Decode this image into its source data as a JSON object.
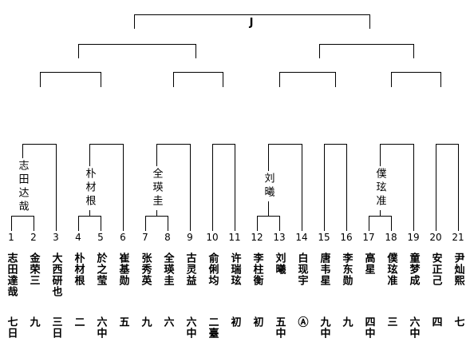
{
  "champion": "J",
  "players": [
    {
      "seed": "1",
      "name": "志田達哉",
      "rank": "七日"
    },
    {
      "seed": "2",
      "name": "金荣三",
      "rank": "九"
    },
    {
      "seed": "3",
      "name": "大西研也",
      "rank": "三日"
    },
    {
      "seed": "4",
      "name": "朴材根",
      "rank": "二"
    },
    {
      "seed": "5",
      "name": "於之莹",
      "rank": "六中"
    },
    {
      "seed": "6",
      "name": "崔基勋",
      "rank": "五"
    },
    {
      "seed": "7",
      "name": "张秀英",
      "rank": "九"
    },
    {
      "seed": "8",
      "name": "全瑛圭",
      "rank": "六"
    },
    {
      "seed": "9",
      "name": "古灵益",
      "rank": "六中"
    },
    {
      "seed": "10",
      "name": "俞俐均",
      "rank": "二臺"
    },
    {
      "seed": "11",
      "name": "许瑞玹",
      "rank": "初"
    },
    {
      "seed": "12",
      "name": "李柱衡",
      "rank": "初"
    },
    {
      "seed": "13",
      "name": "刘曦",
      "rank": "五中"
    },
    {
      "seed": "14",
      "name": "白现宇",
      "rank": "Ⓐ"
    },
    {
      "seed": "15",
      "name": "唐韦星",
      "rank": "九中"
    },
    {
      "seed": "16",
      "name": "李东勋",
      "rank": "九"
    },
    {
      "seed": "17",
      "name": "高星",
      "rank": "四中"
    },
    {
      "seed": "18",
      "name": "僕玹准",
      "rank": "三"
    },
    {
      "seed": "19",
      "name": "童梦成",
      "rank": "六中"
    },
    {
      "seed": "20",
      "name": "安正己",
      "rank": "四"
    },
    {
      "seed": "21",
      "name": "尹灿熙",
      "rank": "七"
    }
  ],
  "round_winners": [
    {
      "name": "志田达哉"
    },
    {
      "name": "朴材根"
    },
    {
      "name": "全瑛圭"
    },
    {
      "name": "刘曦"
    },
    {
      "name": "僕玹准"
    }
  ]
}
